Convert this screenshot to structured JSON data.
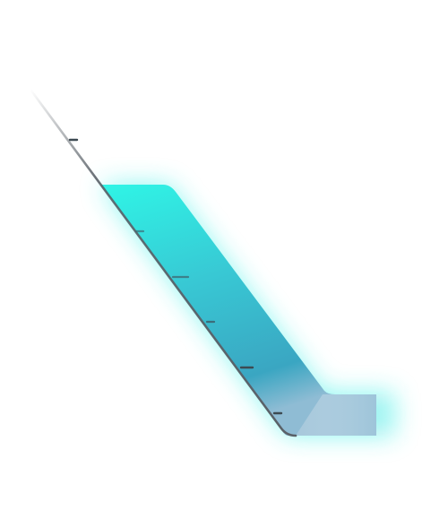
{
  "illustration": {
    "kind": "tilted-measuring-tube",
    "fill_level_fraction": 0.74,
    "tick_count": 7,
    "colors": {
      "background": "#ffffff",
      "tube_line": "#5a6168",
      "tick": "#3d4a52",
      "liquid_top": "#2ff5e6",
      "liquid_mid": "#38c8d4",
      "liquid_bottom": "#3aa6c2",
      "liquid_tail": "#c9dde9",
      "glow": "#2ff0e6"
    }
  }
}
